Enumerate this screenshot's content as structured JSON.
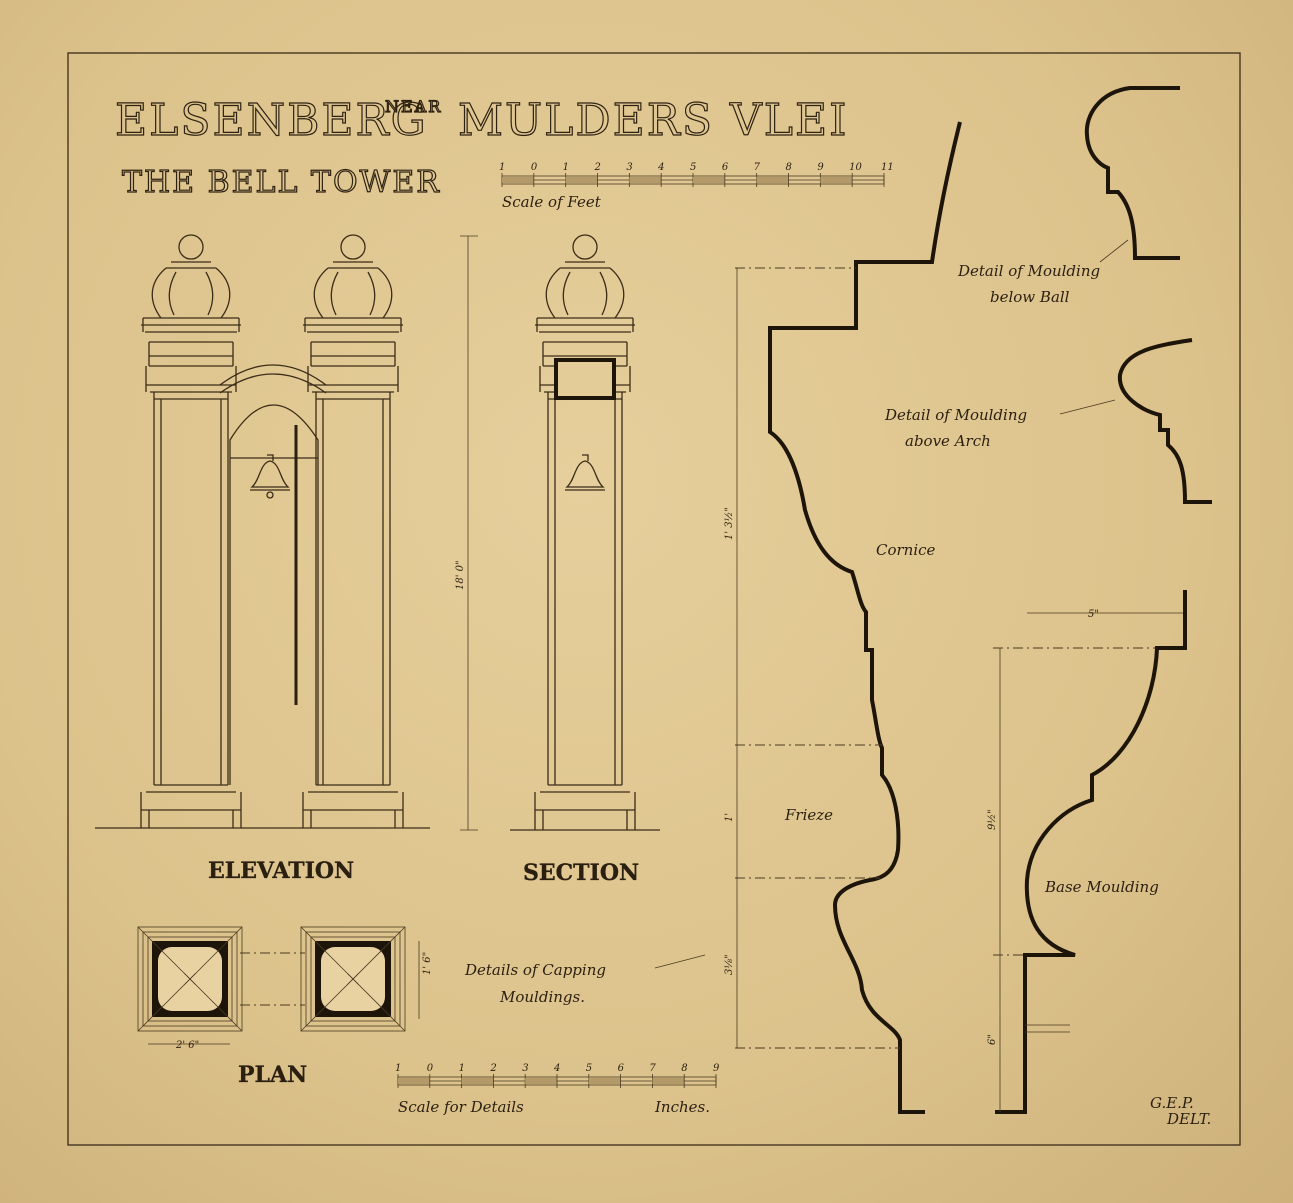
{
  "title": {
    "main_left": "ELSENBERG",
    "near": "NEAR",
    "main_right": "MULDERS VLEI",
    "subtitle": "THE BELL TOWER"
  },
  "scale_feet": {
    "ticks": [
      "1",
      "0",
      "1",
      "2",
      "3",
      "4",
      "5",
      "6",
      "7",
      "8",
      "9",
      "10",
      "11"
    ],
    "caption": "Scale of Feet"
  },
  "scale_details": {
    "ticks": [
      "1",
      "0",
      "1",
      "2",
      "3",
      "4",
      "5",
      "6",
      "7",
      "8",
      "9"
    ],
    "caption": "Scale for Details",
    "unit": "Inches."
  },
  "views": {
    "elevation": "ELEVATION",
    "section": "SECTION",
    "plan": "PLAN"
  },
  "dimensions": {
    "height_total": "18' 0\"",
    "plan_width": "2' 6\"",
    "plan_depth": "1' 6\"",
    "cornice": "1' 3½\"",
    "frieze": "1'",
    "lower": "3⅛\"",
    "base_width": "5\"",
    "base_moulding": "9½\"",
    "plinth": "6\""
  },
  "annotations": {
    "capping": [
      "Details of Capping",
      "Mouldings."
    ],
    "below_ball": [
      "Detail of Moulding",
      "below Ball"
    ],
    "above_arch": [
      "Detail of Moulding",
      "above Arch"
    ],
    "cornice": "Cornice",
    "frieze": "Frieze",
    "base_moulding": "Base Moulding",
    "signature": [
      "G.E.P.",
      "DELT."
    ]
  }
}
